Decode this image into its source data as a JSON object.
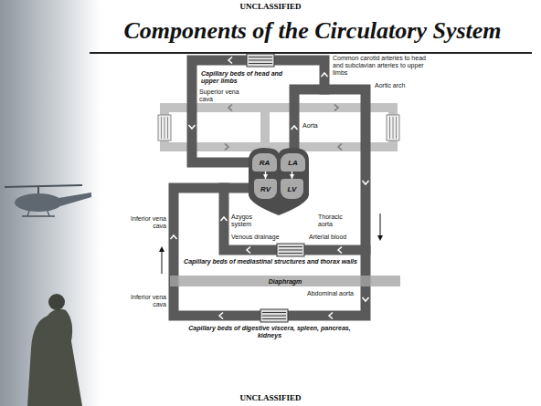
{
  "diagram": {
    "title": "Components of the Circulatory System",
    "nodes": [
      {
        "text": [
          "RA"
        ]
      },
      {
        "text": [
          "LA"
        ]
      },
      {
        "text": [
          "RV"
        ]
      },
      {
        "text": [
          "LV"
        ]
      },
      {
        "text": [
          "Diaphragm"
        ]
      }
    ],
    "edges": [
      {
        "from": 0,
        "to": 2,
        "arrow": "to"
      },
      {
        "from": 1,
        "to": 3,
        "arrow": "to"
      }
    ],
    "labels": [
      "UNCLASSIFIED",
      "Capillary beds of head and upper limbs",
      "Common carotid arteries to head and subclavian arteries to upper limbs",
      "Superior vena cava",
      "Aortic arch",
      "Aorta",
      "Azygos system",
      "Thoracic aorta",
      "Inferior vena cava",
      "Venous drainage",
      "Arterial blood",
      "Capillary beds of mediastinal structures and thorax walls",
      "Abdominal aorta",
      "Inferior vena cava",
      "Capillary beds of digestive viscera, spleen, pancreas, kidneys",
      "UNCLASSIFIED"
    ]
  }
}
